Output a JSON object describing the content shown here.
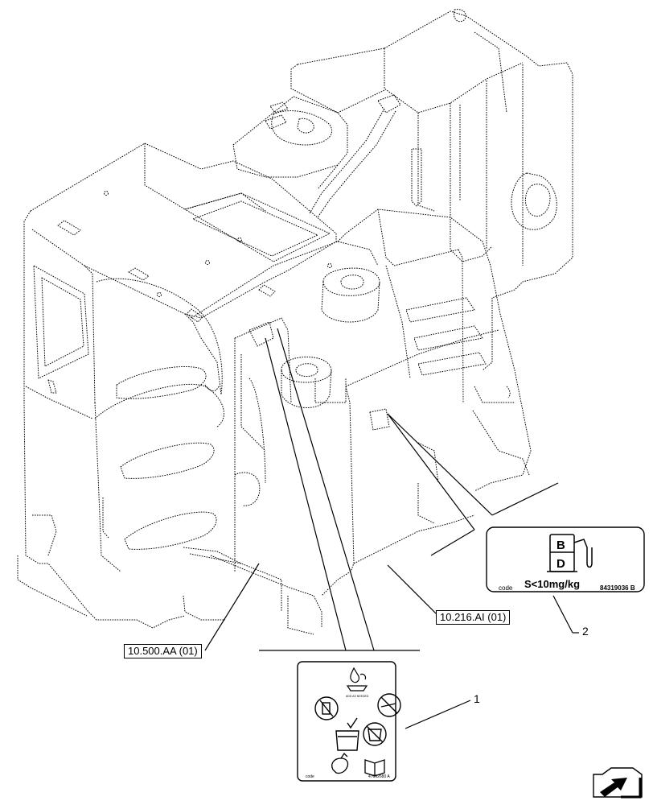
{
  "refs": {
    "ref_left": "10.500.AA (01)",
    "ref_right": "10.216.AI (01)"
  },
  "callouts": {
    "one": "1",
    "two": "2"
  },
  "decal_sulfur": {
    "code": "code",
    "spec": "S<10mg/kg",
    "part": "84319036 B"
  },
  "decal_warning": {
    "code": "code",
    "part": "47662680 A",
    "small_text": "ADD AS NEEDED"
  },
  "pump_letters": {
    "top": "B",
    "bottom": "D"
  },
  "colors": {
    "line": "#000000",
    "paper": "#ffffff"
  },
  "icons": [
    "fuel-pump-icon",
    "no-open-flame-icon",
    "no-smoking-icon",
    "no-container-icon",
    "container-check-icon",
    "hand-icon",
    "manual-book-icon",
    "droplet-icon",
    "navigation-arrow-icon"
  ]
}
